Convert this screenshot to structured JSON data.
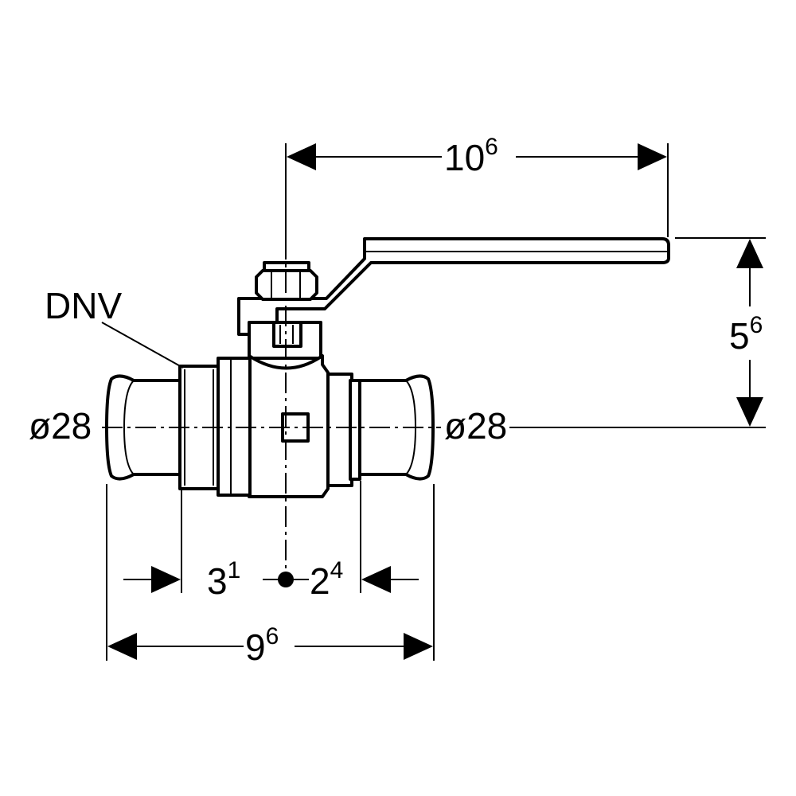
{
  "labels": {
    "material": "DNV",
    "diameter_left": "ø28",
    "diameter_right": "ø28"
  },
  "dimensions": {
    "handle_length": {
      "main": "10",
      "sup": "6"
    },
    "handle_height": {
      "main": "5",
      "sup": "6"
    },
    "left_insert": {
      "main": "3",
      "sup": "1"
    },
    "right_insert": {
      "main": "2",
      "sup": "4"
    },
    "overall_length": {
      "main": "9",
      "sup": "6"
    }
  },
  "colors": {
    "line": "#000000",
    "background": "#ffffff"
  }
}
